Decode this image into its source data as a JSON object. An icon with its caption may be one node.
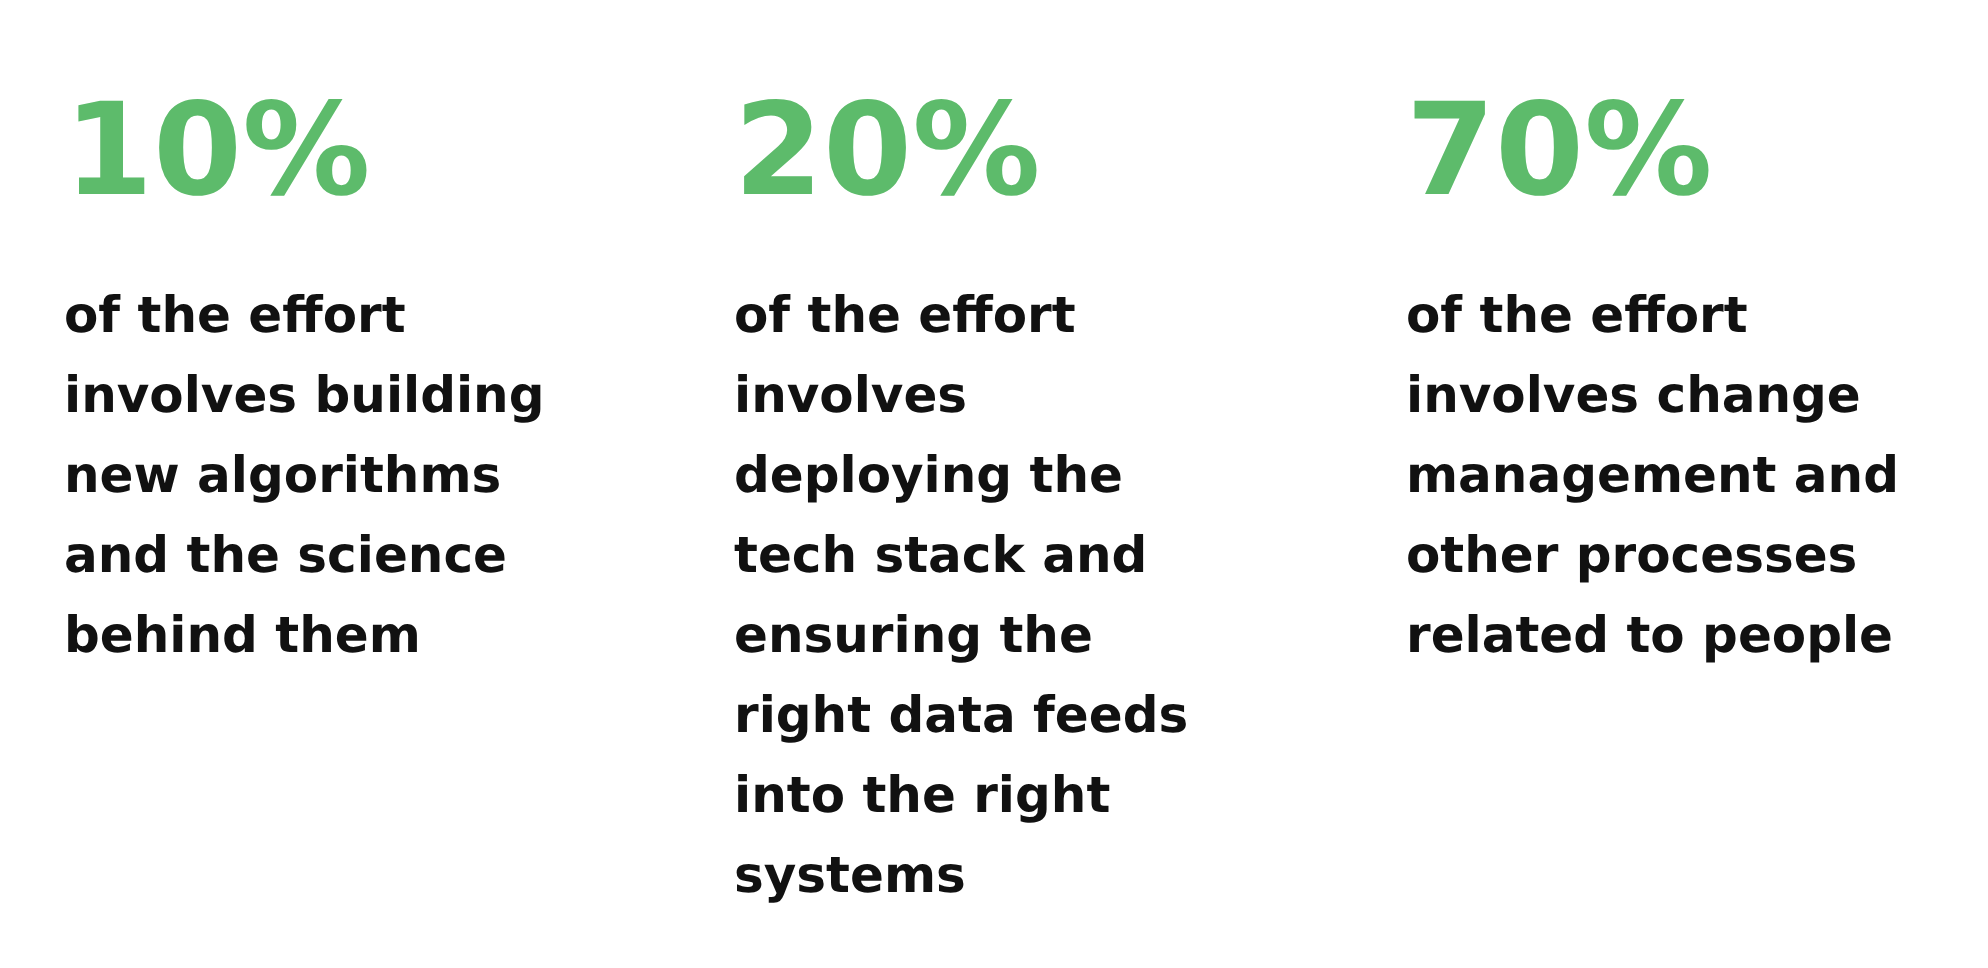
{
  "diagram": {
    "labels": [
      "10%",
      "of the effort involves building new algorithms and the science behind them",
      "20%",
      "of the effort involves deploying the tech stack and ensuring the right data feeds into the right systems",
      "70%",
      "of the effort involves change management and other processes related to people"
    ]
  }
}
